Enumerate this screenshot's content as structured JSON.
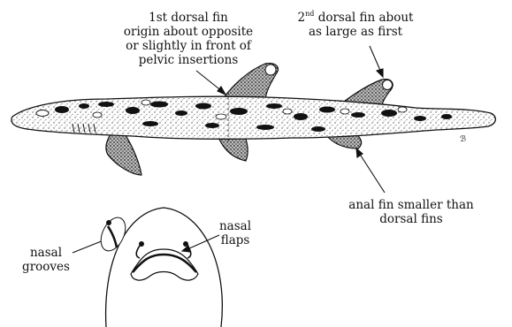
{
  "labels": {
    "dorsal1": [
      "1st dorsal fin",
      "origin about opposite",
      "or slightly in front of",
      "pelvic insertions"
    ],
    "dorsal2": {
      "num": "2",
      "sup": "nd",
      "line1_rest": " dorsal fin about",
      "line2": "as large as first"
    },
    "anal": [
      "anal fin smaller than",
      "dorsal fins"
    ],
    "nasal_grooves": [
      "nasal",
      "grooves"
    ],
    "nasal_flaps": [
      "nasal",
      "flaps"
    ]
  }
}
